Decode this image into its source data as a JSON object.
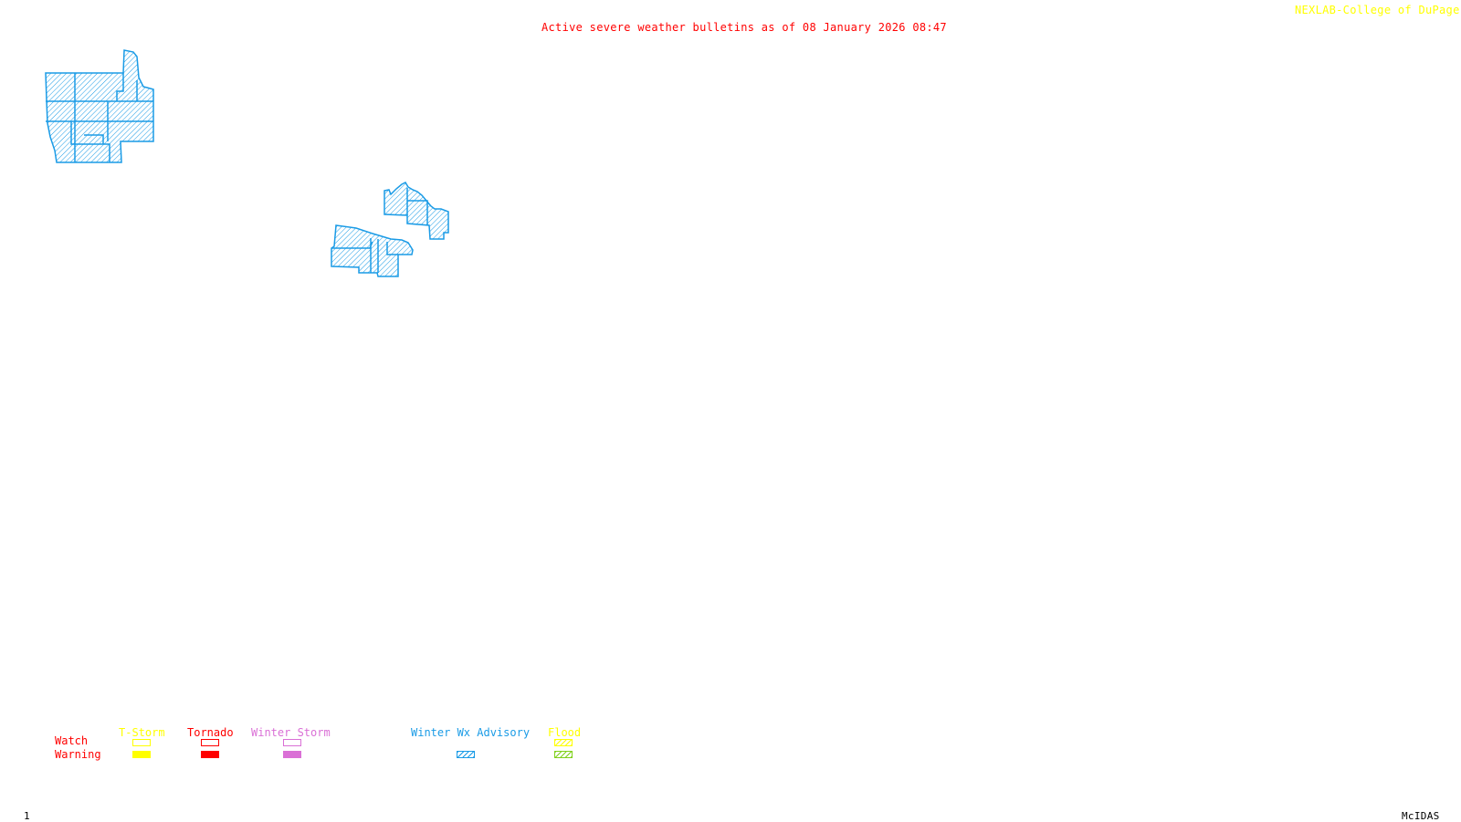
{
  "header": {
    "title": "Active severe weather bulletins as of 08 January 2026 08:47",
    "credit": "NEXLAB-College of DuPage",
    "credit_icon": "nexlab-logo-icon"
  },
  "map": {
    "active_category": "Winter Wx Advisory",
    "active_color": "#1a9be6",
    "regions": [
      {
        "name": "northwest-region",
        "category": "Winter Wx Advisory",
        "county_count": 12
      },
      {
        "name": "central-region-north",
        "category": "Winter Wx Advisory",
        "county_count": 3
      },
      {
        "name": "central-region-south",
        "category": "Winter Wx Advisory",
        "county_count": 5
      }
    ]
  },
  "legend": {
    "row_labels": {
      "watch": "Watch",
      "warning": "Warning"
    },
    "categories": [
      {
        "label": "T-Storm",
        "color": "#ffff00",
        "watch_style": "outline",
        "warning_style": "filled"
      },
      {
        "label": "Tornado",
        "color": "#ff0000",
        "watch_style": "outline",
        "warning_style": "filled"
      },
      {
        "label": "Winter Storm",
        "color": "#da70d6",
        "watch_style": "outline",
        "warning_style": "filled"
      },
      {
        "label": "Winter Wx Advisory",
        "color": "#1a9be6",
        "watch_style": "none",
        "warning_style": "hatched"
      },
      {
        "label": "Flood",
        "color": "#ffff00",
        "warning_color": "#7fd11b",
        "watch_style": "hatched",
        "warning_style": "hatched"
      }
    ]
  },
  "footer": {
    "frame_number": "1",
    "software": "McIDAS"
  }
}
